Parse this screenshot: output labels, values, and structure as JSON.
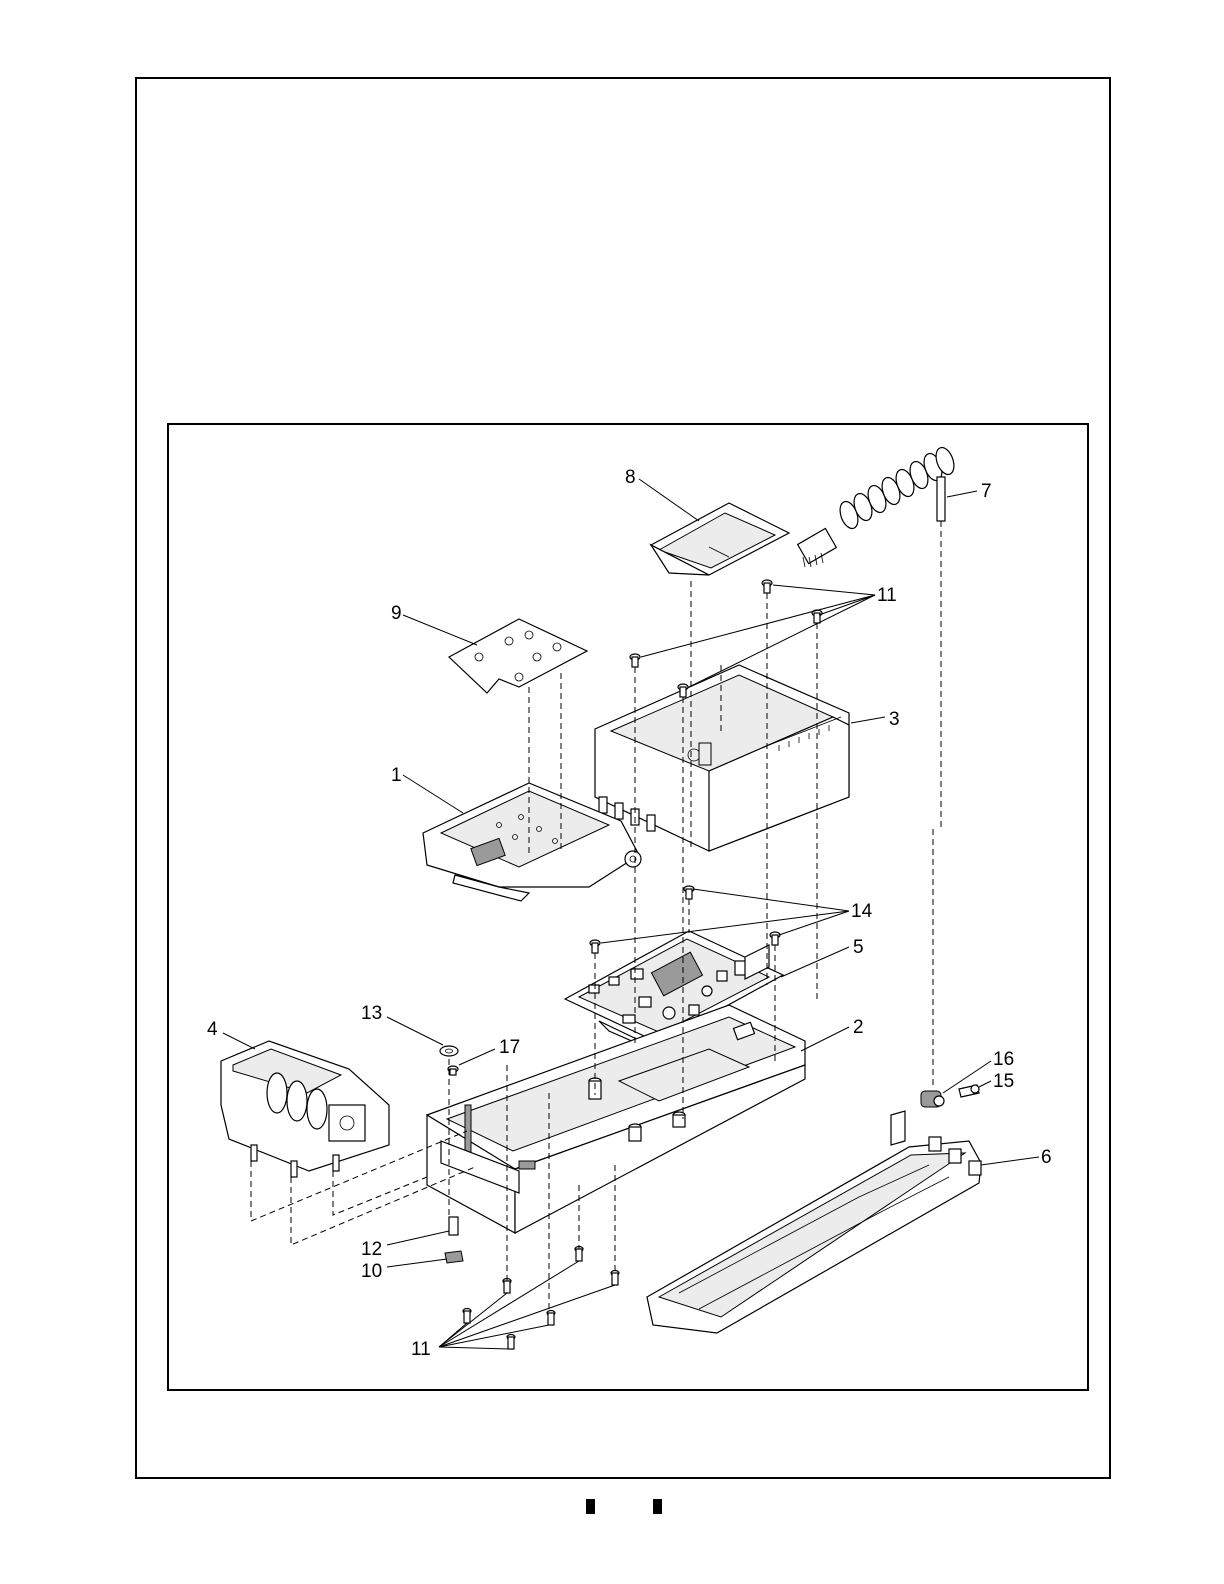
{
  "diagram": {
    "callouts": [
      "1",
      "2",
      "3",
      "4",
      "5",
      "6",
      "7",
      "8",
      "9",
      "10",
      "11",
      "11",
      "12",
      "13",
      "14",
      "15",
      "16",
      "17"
    ]
  },
  "footer": {
    "marks": [
      "left-mark",
      "right-mark"
    ]
  }
}
